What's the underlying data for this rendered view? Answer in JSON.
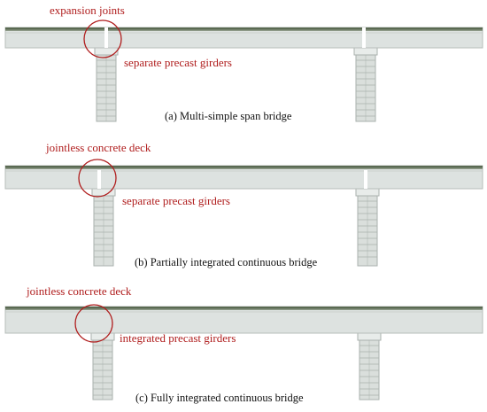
{
  "colors": {
    "annotation": "#b01e1e",
    "deck_top": "#5a6a52",
    "deck_fill": "#dde2e0",
    "pier_fill": "#dadfdc",
    "pier_line": "#aab2ae",
    "caption": "#111111"
  },
  "panels": [
    {
      "top_label": "expansion joints",
      "mid_label": "separate precast girders",
      "caption": "(a)  Multi-simple span bridge",
      "deck_gap_at_circle": true,
      "deck_gap_right": true,
      "deck_top_gap": true,
      "girder_type": "separate"
    },
    {
      "top_label": "jointless concrete deck",
      "mid_label": "separate precast girders",
      "caption": "(b)  Partially integrated continuous bridge",
      "deck_gap_at_circle": true,
      "deck_gap_right": true,
      "deck_top_gap": false,
      "girder_type": "separate"
    },
    {
      "top_label": "jointless concrete deck",
      "mid_label": "integrated precast girders",
      "caption": "(c)  Fully integrated continuous bridge",
      "deck_gap_at_circle": false,
      "deck_gap_right": false,
      "deck_top_gap": false,
      "girder_type": "integrated"
    }
  ]
}
